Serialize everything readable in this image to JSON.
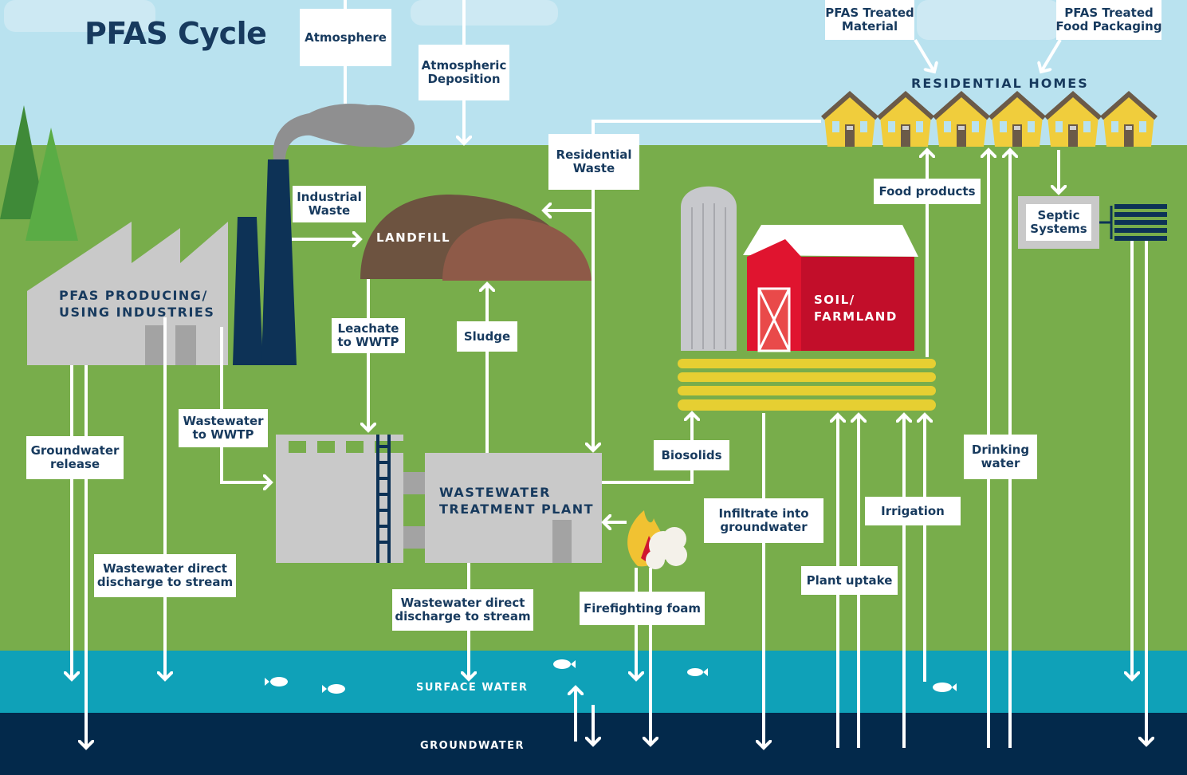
{
  "title": "PFAS Cycle",
  "colors": {
    "sky": "#b9e2ef",
    "grass": "#78ad4b",
    "surface_water": "#0fa1b8",
    "groundwater": "#03294b",
    "label_text": "#173a5e",
    "industry_gray": "#c9c9c9",
    "stack_navy": "#0d3256",
    "landfill_dark": "#6d5340",
    "landfill_light": "#8e5a48",
    "barn_red": "#d0162e",
    "house_yellow": "#f0cd3c",
    "crop_yellow": "#e6cf32"
  },
  "zones": {
    "industries": "PFAS PRODUCING/\nUSING INDUSTRIES",
    "landfill": "LANDFILL",
    "wwtp": "WASTEWATER\nTREATMENT PLANT",
    "farmland": "SOIL/\nFARMLAND",
    "homes": "RESIDENTIAL HOMES",
    "surface_water": "SURFACE WATER",
    "groundwater": "GROUNDWATER"
  },
  "labels": {
    "atmosphere": "Atmosphere",
    "atmospheric_deposition": "Atmospheric\nDeposition",
    "industrial_waste": "Industrial\nWaste",
    "residential_waste": "Residential\nWaste",
    "pfas_treated_material": "PFAS Treated\nMaterial",
    "pfas_treated_food_packaging": "PFAS Treated\nFood Packaging",
    "food_products": "Food products",
    "septic_systems": "Septic\nSystems",
    "leachate_to_wwtp": "Leachate\nto WWTP",
    "sludge": "Sludge",
    "wastewater_to_wwtp": "Wastewater\nto WWTP",
    "groundwater_release": "Groundwater\nrelease",
    "wastewater_direct_discharge_industry": "Wastewater direct\ndischarge to stream",
    "wastewater_direct_discharge_wwtp": "Wastewater direct\ndischarge to stream",
    "biosolids": "Biosolids",
    "firefighting_foam": "Firefighting foam",
    "infiltrate_into_groundwater": "Infiltrate into\ngroundwater",
    "plant_uptake": "Plant uptake",
    "irrigation": "Irrigation",
    "drinking_water": "Drinking\nwater"
  }
}
